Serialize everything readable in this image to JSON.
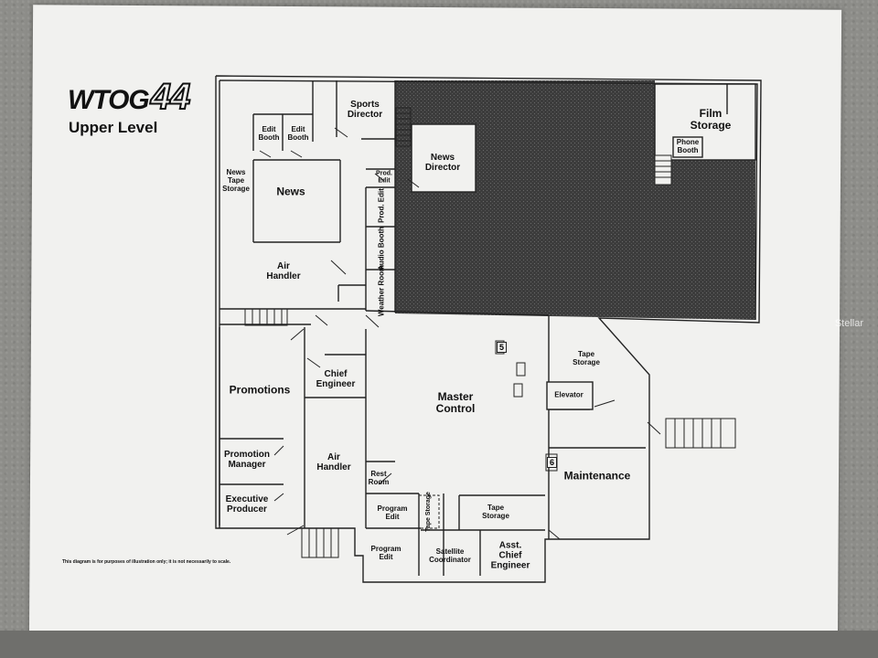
{
  "header": {
    "logo_letters": "WTOG",
    "logo_number": "44",
    "level": "Upper Level"
  },
  "disclaimer": "This diagram is for purposes of illustration only; it is not necessarily to scale.",
  "rooms": {
    "sports_director": [
      "Sports",
      "Director"
    ],
    "edit_booth_1": [
      "Edit",
      "Booth"
    ],
    "edit_booth_2": [
      "Edit",
      "Booth"
    ],
    "news_tape_storage": [
      "News",
      "Tape",
      "Storage"
    ],
    "news": "News",
    "news_director": [
      "News",
      "Director"
    ],
    "prod_edit_small": [
      "Prod.",
      "Edit"
    ],
    "prod_edit": "Prod. Edit",
    "audio_booth": "Audio Booth",
    "weather_room": "Weather Room",
    "film_storage": [
      "Film",
      "Storage"
    ],
    "phone_booth": [
      "Phone",
      "Booth"
    ],
    "air_handler_top": [
      "Air",
      "Handler"
    ],
    "promotions": "Promotions",
    "chief_engineer": [
      "Chief",
      "Engineer"
    ],
    "master_control": [
      "Master",
      "Control"
    ],
    "tape_storage_right": [
      "Tape",
      "Storage"
    ],
    "elevator": "Elevator",
    "maintenance": "Maintenance",
    "promotion_manager": [
      "Promotion",
      "Manager"
    ],
    "air_handler_bottom": [
      "Air",
      "Handler"
    ],
    "rest_room": [
      "Rest",
      "Room"
    ],
    "executive_producer": [
      "Executive",
      "Producer"
    ],
    "program_edit_1": [
      "Program",
      "Edit"
    ],
    "tape_storage_vertical": "Tape Storage",
    "tape_storage_bottom": [
      "Tape",
      "Storage"
    ],
    "program_edit_2": [
      "Program",
      "Edit"
    ],
    "satellite_coordinator": [
      "Satellite",
      "Coordinator"
    ],
    "asst_chief_engineer": [
      "Asst.",
      "Chief",
      "Engineer"
    ]
  },
  "marks": {
    "mark_5": "5",
    "mark_6": "6"
  },
  "watermark": "Stellar"
}
